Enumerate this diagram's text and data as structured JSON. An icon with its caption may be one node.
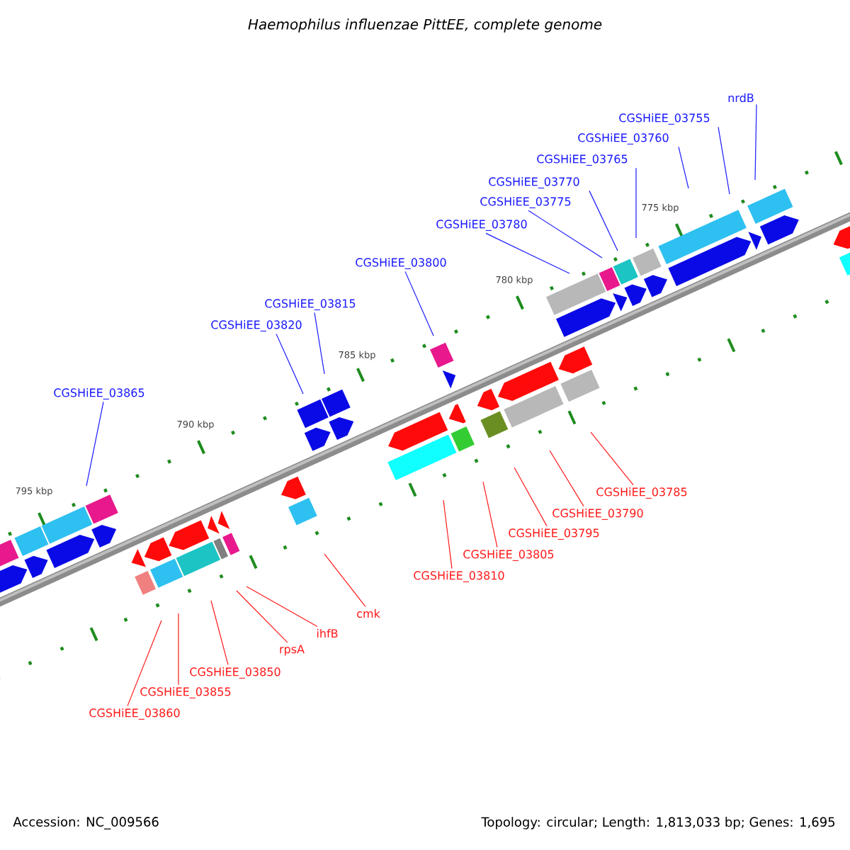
{
  "diagram": {
    "title": "Haemophilus influenzae PittEE, complete genome",
    "nodes": [
      {
        "text": [
          "nrdB"
        ]
      },
      {
        "text": [
          "CGSHiEE_03755"
        ]
      },
      {
        "text": [
          "CGSHiEE_03760"
        ]
      },
      {
        "text": [
          "CGSHiEE_03765"
        ]
      },
      {
        "text": [
          "CGSHiEE_03770"
        ]
      },
      {
        "text": [
          "CGSHiEE_03775"
        ]
      },
      {
        "text": [
          "CGSHiEE_03780"
        ]
      },
      {
        "text": [
          "CGSHiEE_03800"
        ]
      },
      {
        "text": [
          "CGSHiEE_03815"
        ]
      },
      {
        "text": [
          "CGSHiEE_03820"
        ]
      },
      {
        "text": [
          "CGSHiEE_03865"
        ]
      },
      {
        "text": [
          "CGSHiEE_03785"
        ]
      },
      {
        "text": [
          "CGSHiEE_03790"
        ]
      },
      {
        "text": [
          "CGSHiEE_03795"
        ]
      },
      {
        "text": [
          "CGSHiEE_03805"
        ]
      },
      {
        "text": [
          "CGSHiEE_03810"
        ]
      },
      {
        "text": [
          "cmk"
        ]
      },
      {
        "text": [
          "ihfB"
        ]
      },
      {
        "text": [
          "rpsA"
        ]
      },
      {
        "text": [
          "CGSHiEE_03850"
        ]
      },
      {
        "text": [
          "CGSHiEE_03855"
        ]
      },
      {
        "text": [
          "CGSHiEE_03860"
        ]
      }
    ],
    "edges": [
      {
        "from": 0,
        "to": null,
        "arrow": "none",
        "color": "#1a1aff"
      },
      {
        "from": 1,
        "to": null,
        "arrow": "none",
        "color": "#1a1aff"
      },
      {
        "from": 2,
        "to": null,
        "arrow": "none",
        "color": "#1a1aff"
      },
      {
        "from": 3,
        "to": null,
        "arrow": "none",
        "color": "#1a1aff"
      },
      {
        "from": 4,
        "to": null,
        "arrow": "none",
        "color": "#1a1aff"
      },
      {
        "from": 5,
        "to": null,
        "arrow": "none",
        "color": "#1a1aff"
      },
      {
        "from": 6,
        "to": null,
        "arrow": "none",
        "color": "#1a1aff"
      },
      {
        "from": 7,
        "to": null,
        "arrow": "none",
        "color": "#1a1aff"
      },
      {
        "from": 8,
        "to": null,
        "arrow": "none",
        "color": "#1a1aff"
      },
      {
        "from": 9,
        "to": null,
        "arrow": "none",
        "color": "#1a1aff"
      },
      {
        "from": 10,
        "to": null,
        "arrow": "none",
        "color": "#1a1aff"
      },
      {
        "from": 11,
        "to": null,
        "arrow": "none",
        "color": "#ff1a1a"
      },
      {
        "from": 12,
        "to": null,
        "arrow": "none",
        "color": "#ff1a1a"
      },
      {
        "from": 13,
        "to": null,
        "arrow": "none",
        "color": "#ff1a1a"
      },
      {
        "from": 14,
        "to": null,
        "arrow": "none",
        "color": "#ff1a1a"
      },
      {
        "from": 15,
        "to": null,
        "arrow": "none",
        "color": "#ff1a1a"
      },
      {
        "from": 16,
        "to": null,
        "arrow": "none",
        "color": "#ff1a1a"
      },
      {
        "from": 17,
        "to": null,
        "arrow": "none",
        "color": "#ff1a1a"
      },
      {
        "from": 18,
        "to": null,
        "arrow": "none",
        "color": "#ff1a1a"
      },
      {
        "from": 19,
        "to": null,
        "arrow": "none",
        "color": "#ff1a1a"
      },
      {
        "from": 20,
        "to": null,
        "arrow": "none",
        "color": "#ff1a1a"
      },
      {
        "from": 21,
        "to": null,
        "arrow": "none",
        "color": "#ff1a1a"
      }
    ],
    "labels": [
      "775 kbp",
      "780 kbp",
      "785 kbp",
      "790 kbp",
      "795 kbp",
      "Accession: NC_009566",
      "Topology: circular; Length: 1,813,033 bp; Genes: 1,695"
    ]
  }
}
